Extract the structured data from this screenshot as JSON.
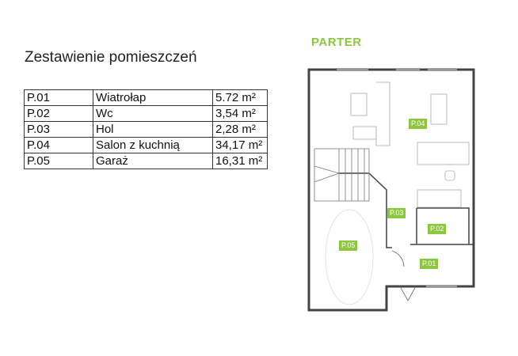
{
  "heading": "Zestawienie pomieszczeń",
  "rooms": [
    {
      "id": "P.01",
      "name": "Wiatrołap",
      "area": "5.72 m²"
    },
    {
      "id": "P.02",
      "name": "Wc",
      "area": "3,54 m²"
    },
    {
      "id": "P.03",
      "name": "Hol",
      "area": "2,28 m²"
    },
    {
      "id": "P.04",
      "name": "Salon z kuchnią",
      "area": "34,17 m²"
    },
    {
      "id": "P.05",
      "name": "Garaż",
      "area": "16,31 m²"
    }
  ],
  "plan": {
    "title": "PARTER",
    "accent": "#8dc63f"
  }
}
